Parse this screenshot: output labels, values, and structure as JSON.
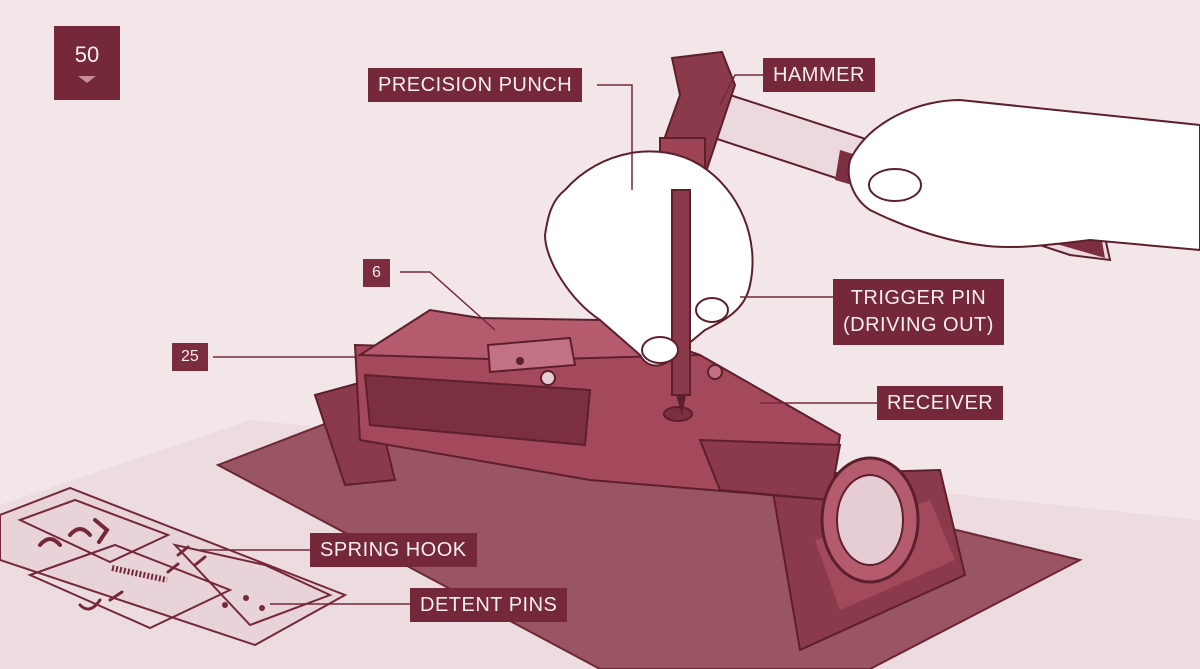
{
  "badge": {
    "value": "50"
  },
  "labels": {
    "punch": "PRECISION PUNCH",
    "hammer": "HAMMER",
    "trigger_pin_line1": "TRIGGER PIN",
    "trigger_pin_line2": "(DRIVING OUT)",
    "receiver": "RECEIVER",
    "spring_hook": "SPRING HOOK",
    "detent_pins": "DETENT PINS"
  },
  "numbers": {
    "n6": "6",
    "n25": "25"
  },
  "colors": {
    "maroon": "#74283a",
    "background": "#f3e6e8",
    "mat": "#9a5563"
  }
}
